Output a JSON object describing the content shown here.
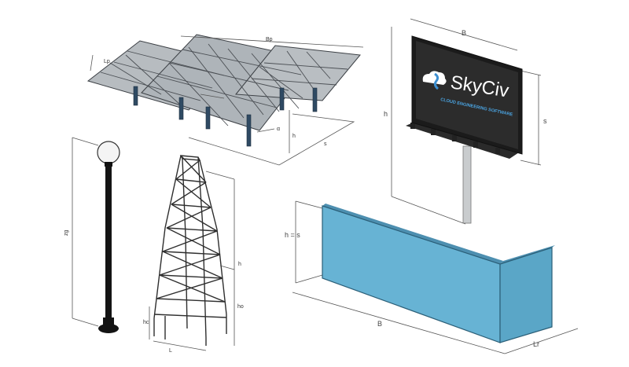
{
  "solar_array": {
    "labels": {
      "length": "Bp",
      "width": "Lp",
      "height": "h",
      "spacing": "s",
      "angle": "α"
    }
  },
  "billboard": {
    "brand": "SkyCiv",
    "tagline": "CLOUD ENGINEERING SOFTWARE",
    "labels": {
      "width": "B",
      "height": "h",
      "sign_height": "s"
    }
  },
  "lamp_post": {
    "labels": {
      "height": "zg"
    }
  },
  "lattice_tower": {
    "labels": {
      "height": "h",
      "lower_height": "ho",
      "base_clearance": "hc",
      "base_width": "L"
    }
  },
  "wall": {
    "labels": {
      "height": "h = s",
      "length": "B",
      "return_length": "Lr"
    },
    "colors": {
      "front": "#67b3d4",
      "side": "#5aa6c7",
      "top": "#4d8fb0"
    }
  }
}
